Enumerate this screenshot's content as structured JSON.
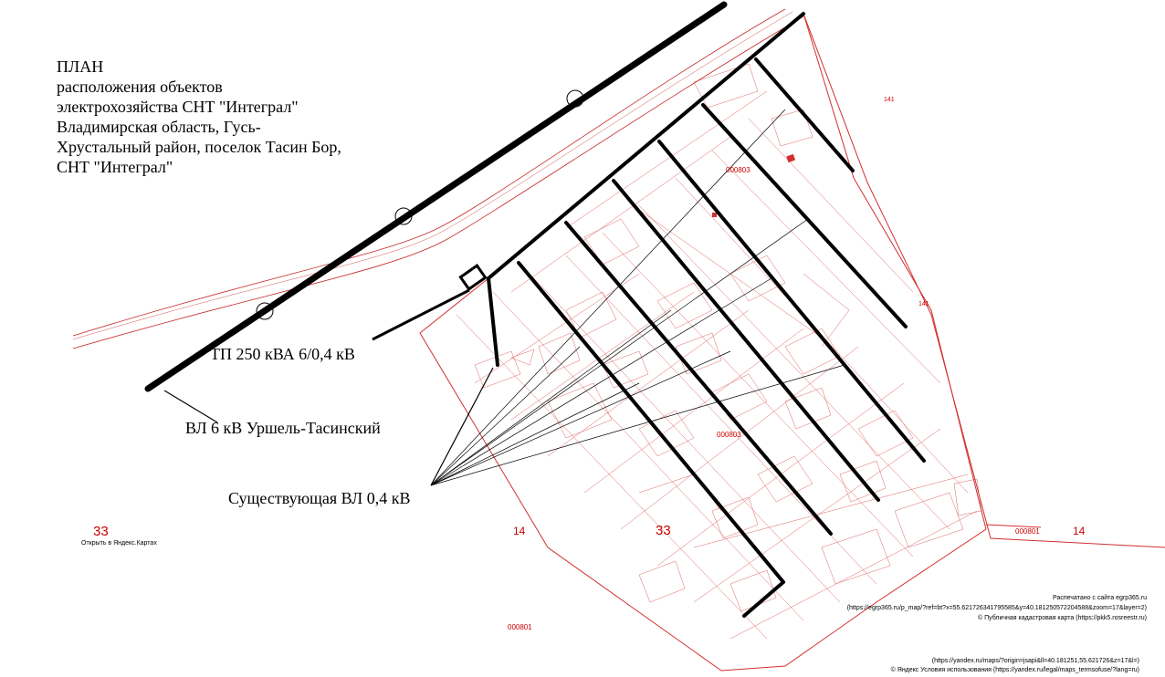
{
  "title": "ПЛАН\nрасположения объектов\nэлектрохозяйства СНТ \"Интеграл\"\nВладимирская область, Гусь-\nХрустальный район, поселок Тасин Бор,\nСНТ \"Интеграл\"",
  "labels": {
    "tp": "ТП 250 кВА 6/0,4 кВ",
    "vl6": "ВЛ 6 кВ Уршель-Тасинский",
    "vl04": "Существующая ВЛ 0,4 кВ"
  },
  "map_marks": {
    "zone_left": "33",
    "zone_center": "33",
    "q14_left": "14",
    "q14_right": "14",
    "code_right": "000801",
    "code_bottom": "000801",
    "code_mid": "000803",
    "code_mid2": "000803",
    "p141_top": "141",
    "p141_right": "141"
  },
  "yandex_link": "Открыть в Яндекс.Картах",
  "credits": {
    "line1": "Распечатано с сайта egrp365.ru",
    "line2": "(https://egrp365.ru/p_map/?ref=bt?x=55.621726341795585&y=40.181250572204588&zoom=17&layer=2)",
    "line3": "© Публичная кадастровая карта (https://pkk5.rosreestr.ru)",
    "line4": "(https://yandex.ru/maps/?origin=jsapi&ll=40.181251,55.621726&z=17&l=)",
    "line5": "© Яндекс  Условия использования (https://yandex.ru/legal/maps_termsofuse/?lang=ru)"
  },
  "colors": {
    "cadastral": "#d32f2f",
    "lines": "#000000",
    "road": "#c62828"
  }
}
